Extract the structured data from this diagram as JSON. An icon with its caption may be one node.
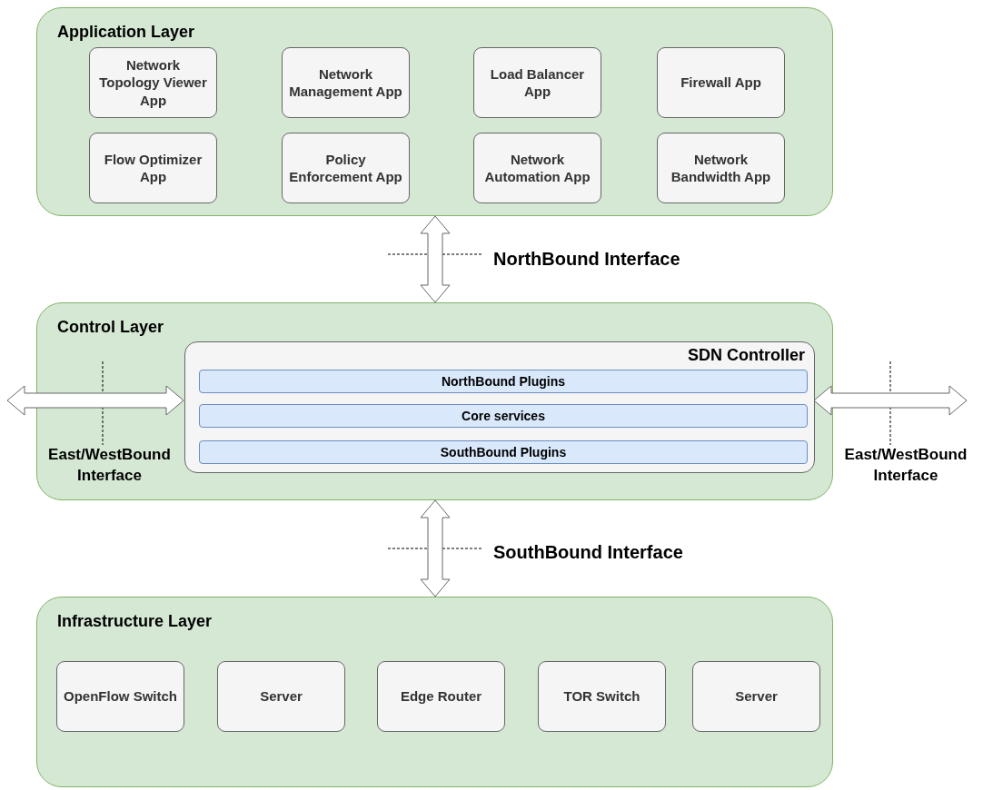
{
  "diagram": {
    "nodes": [
      {
        "text": [
          "Application Layer"
        ]
      },
      {
        "text": [
          "Network Topology Viewer App"
        ],
        "in": 0
      },
      {
        "text": [
          "Network Management App"
        ],
        "in": 0
      },
      {
        "text": [
          "Load Balancer App"
        ],
        "in": 0
      },
      {
        "text": [
          "Firewall App"
        ],
        "in": 0
      },
      {
        "text": [
          "Flow Optimizer App"
        ],
        "in": 0
      },
      {
        "text": [
          "Policy Enforcement App"
        ],
        "in": 0
      },
      {
        "text": [
          "Network Automation App"
        ],
        "in": 0
      },
      {
        "text": [
          "Network Bandwidth App"
        ],
        "in": 0
      },
      {
        "text": [
          "Control Layer"
        ]
      },
      {
        "text": [
          "SDN Controller"
        ],
        "in": 9
      },
      {
        "text": [
          "NorthBound Plugins"
        ],
        "in": 10
      },
      {
        "text": [
          "Core services"
        ],
        "in": 10
      },
      {
        "text": [
          "SouthBound Plugins"
        ],
        "in": 10
      },
      {
        "text": [
          "Infrastructure Layer"
        ]
      },
      {
        "text": [
          "OpenFlow Switch"
        ],
        "in": 14
      },
      {
        "text": [
          "Server"
        ],
        "in": 14
      },
      {
        "text": [
          "Edge Router"
        ],
        "in": 14
      },
      {
        "text": [
          "TOR Switch"
        ],
        "in": 14
      },
      {
        "text": [
          "Server"
        ],
        "in": 14
      }
    ],
    "edges": [
      {
        "from": 0,
        "to": 9,
        "arrow": "both",
        "label": "NorthBound Interface"
      },
      {
        "from": null,
        "to": 10,
        "arrow": "both",
        "label": "East/WestBound Interface"
      },
      {
        "from": 10,
        "to": null,
        "arrow": "both",
        "label": "East/WestBound Interface"
      },
      {
        "from": 9,
        "to": 14,
        "arrow": "both",
        "label": "SouthBound Interface"
      }
    ]
  }
}
